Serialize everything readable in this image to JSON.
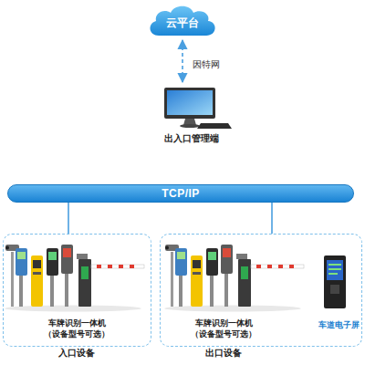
{
  "diagram": {
    "nodes": [
      {
        "text": [
          "云平台"
        ]
      },
      {
        "text": [
          "出入口管理端"
        ]
      },
      {
        "text": [
          "TCP/IP"
        ]
      },
      {
        "text": [
          "车牌识别一体机 （设备型号可选）",
          "入口设备"
        ]
      },
      {
        "text": [
          "车牌识别一体机 （设备型号可选）",
          "出口设备"
        ]
      }
    ],
    "edges": [
      {
        "from": 0,
        "to": 1,
        "arrow": "both",
        "label": "因特网"
      },
      {
        "from": 2,
        "to": 3,
        "arrow": "none"
      },
      {
        "from": 2,
        "to": 4,
        "arrow": "none"
      }
    ],
    "labels": [
      "车道电子屏"
    ]
  }
}
